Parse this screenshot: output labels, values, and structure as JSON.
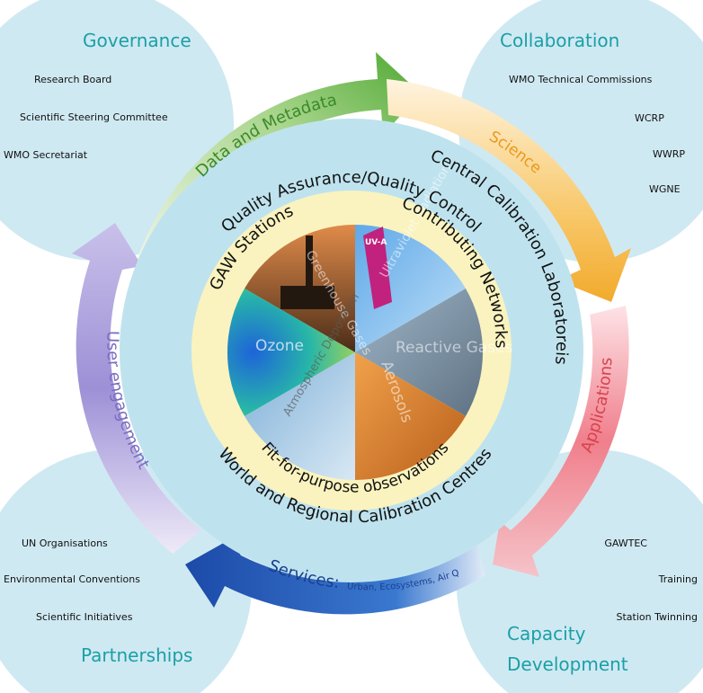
{
  "corners": {
    "governance": {
      "title": "Governance",
      "items": [
        "Research Board",
        "Scientific Steering Committee",
        "WMO Secretariat"
      ]
    },
    "collaboration": {
      "title": "Collaboration",
      "items": [
        "WMO Technical Commissions",
        "WCRP",
        "WWRP",
        "WGNE"
      ]
    },
    "partnerships": {
      "title": "Partnerships",
      "items": [
        "UN Organisations",
        "Environmental Conventions",
        "Scientific Initiatives"
      ]
    },
    "capacity": {
      "title_line1": "Capacity",
      "title_line2": "Development",
      "items": [
        "GAWTEC",
        "Training",
        "Station Twinning"
      ]
    }
  },
  "arrows": {
    "data_metadata": "Data and Metadata",
    "science": "Science",
    "applications": "Applications",
    "services": "Services:",
    "services_detail": "Urban, Ecosystems, Air Quality, Climate",
    "user_engagement": "User engagement"
  },
  "ring": {
    "qa_qc": "Quality Assurance/Quality Control",
    "central_calibration": "Central Calibration Laboratoreis",
    "world_regional": "World and Regional Calibration Centres"
  },
  "inner_ring": {
    "gaw_stations": "GAW Stations",
    "contributing_networks": "Contributing Networks",
    "fit_for_purpose": "Fit-for-purpose observations"
  },
  "segments": {
    "greenhouse": "Greenhouse Gases",
    "uv": "Ultraviolet Radiation",
    "reactive": "Reactive Gases",
    "aerosols": "Aerosols",
    "deposition": "Atmospheric Deposition",
    "ozone": "Ozone",
    "uv_badge": "UV-A"
  },
  "colors": {
    "corner_fill": "#cfe9f2",
    "teal_text": "#1aa0a6",
    "ring_fill": "#bfe3ee",
    "inner_fill": "#faf3bf",
    "green_arrow": "#6ab04c",
    "orange_arrow": "#f4b23d",
    "red_arrow": "#e85565",
    "blue_arrow": "#2c5fb5",
    "purple_arrow": "#9a8cd3"
  }
}
